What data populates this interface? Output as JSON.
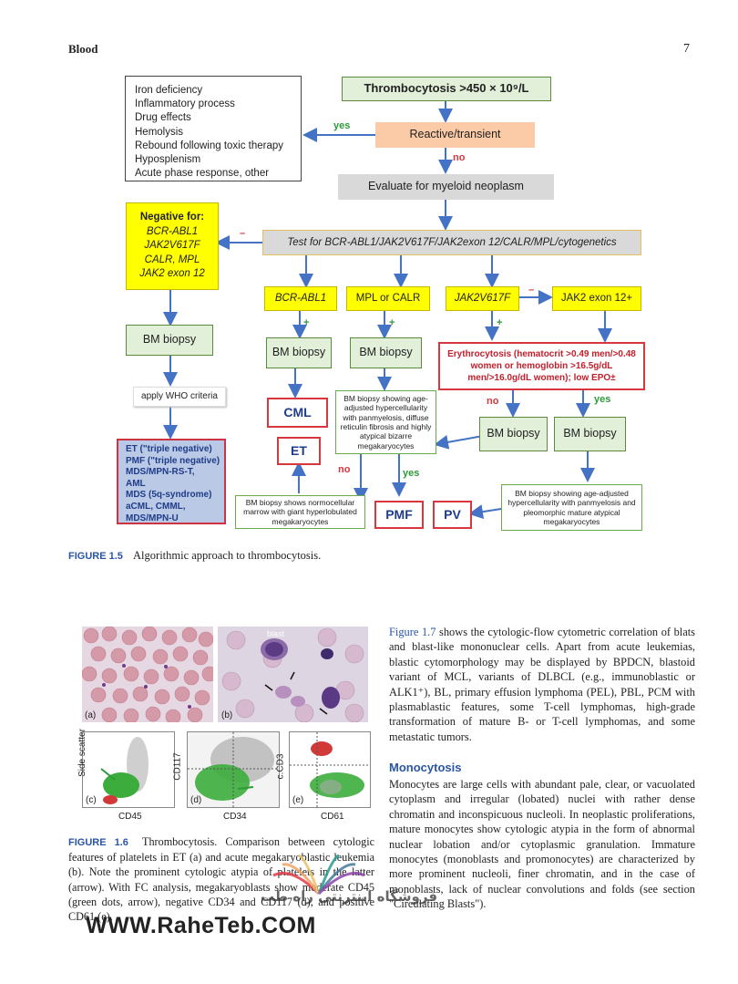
{
  "header": {
    "left": "Blood",
    "right": "7"
  },
  "flow": {
    "causes": [
      "Iron deficiency",
      "Inflammatory process",
      "Drug effects",
      "Hemolysis",
      "Rebound following toxic therapy",
      "Hyposplenism",
      "Acute phase response, other"
    ],
    "thrombocytosis": "Thrombocytosis >450 × 10⁹/L",
    "reactive": "Reactive/transient",
    "yes": "yes",
    "no": "no",
    "minus": "–",
    "plus": "+",
    "evaluate": "Evaluate for myeloid neoplasm",
    "negative_title": "Negative for:",
    "negative_items": [
      "BCR-ABL1",
      "JAK2V617F",
      "CALR, MPL",
      "JAK2 exon 12"
    ],
    "test": "Test for BCR-ABL1/JAK2V617F/JAK2exon 12/CALR/MPL/cytogenetics",
    "bcr": "BCR-ABL1",
    "mpl_calr": "MPL or CALR",
    "jak2v": "JAK2V617F",
    "jak2exon": "JAK2 exon 12+",
    "bm_biopsy": "BM biopsy",
    "apply_who": "apply WHO criteria",
    "who_list": [
      "ET (\"triple negative)",
      "PMF (\"triple negative)",
      "MDS/MPN-RS-T,",
      "AML",
      "MDS (5q-syndrome)",
      "aCML, CMML,",
      "MDS/MPN-U"
    ],
    "erythro": "Erythrocytosis (hematocrit >0.49 men/>0.48 women or hemoglobin >16.5g/dL men/>16.0g/dL women); low EPO±",
    "cml": "CML",
    "et": "ET",
    "pmf": "PMF",
    "pv": "PV",
    "bm_pmf": "BM biopsy showing age-adjusted hypercellularity with panmyelosis, diffuse reticulin fibrosis and highly atypical bizarre megakaryocytes",
    "bm_et": "BM biopsy shows normocellular marrow with giant hyperlobulated megakaryocytes",
    "bm_pv": "BM biopsy showing age-adjusted hypercellularity with panmyelosis and pleomorphic mature atypical megakaryocytes"
  },
  "fig15": {
    "label": "FIGURE 1.5",
    "text": "Algorithmic approach to thrombocytosis."
  },
  "panels": {
    "a": "(a)",
    "b": "(b)",
    "c": "(c)",
    "d": "(d)",
    "e": "(e)",
    "blast": "blast",
    "c_y": "Side scatter",
    "c_x": "CD45",
    "d_y": "CD117",
    "d_x": "CD34",
    "e_y": "c.CD3",
    "e_x": "CD61"
  },
  "fig16": {
    "label": "FIGURE 1.6",
    "text": "Thrombocytosis. Comparison between cytologic features of platelets in ET (a) and acute megakaryoblastic leukemia (b). Note the prominent cytologic atypia of platelets in the latter (arrow). With FC analysis, megakaryoblasts show moderate CD45 (green dots, arrow), negative CD34 and CD117 (d), and positive CD61 (e)."
  },
  "right_col": {
    "ref": "Figure 1.7",
    "para1": " shows the cytologic-flow cytometric correlation of blats and blast-like mononuclear cells. Apart from acute leukemias, blastic cytomorphology may be displayed by BPDCN, blastoid variant of MCL, variants of DLBCL (e.g., immunoblastic or ALK1⁺), BL, primary effusion lymphoma (PEL), PBL, PCM with plasmablastic features, some T-cell lymphomas, high-grade transformation of mature B- or T-cell lymphomas, and some metastatic tumors.",
    "heading": "Monocytosis",
    "para2": "Monocytes are large cells with abundant pale, clear, or vacuolated cytoplasm and irregular (lobated) nuclei with rather dense chromatin and inconspicuous nucleoli. In neoplastic proliferations, mature monocytes show cytologic atypia in the form of abnormal nuclear lobation and/or cytoplasmic granulation. Immature monocytes (monoblasts and promonocytes) are characterized by more prominent nucleoli, finer chromatin, and in the case of monoblasts, lack of nuclear convolutions and folds (see section \"Circulating Blasts\")."
  },
  "watermark": {
    "url": "WWW.RaheTeb.COM",
    "persian": "فروشگاه اینترنتی راه طب"
  },
  "colors": {
    "arrow": "#4472c4",
    "green": "#2e9a3a",
    "red": "#d9363e",
    "blue_caption": "#2a55a5"
  }
}
